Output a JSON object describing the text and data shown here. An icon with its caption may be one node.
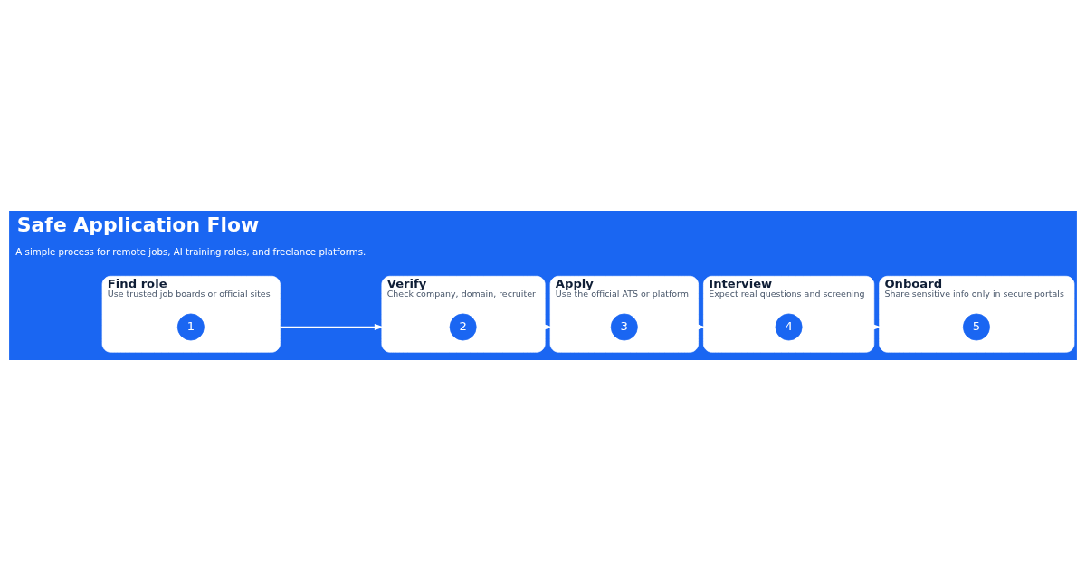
{
  "diagram": {
    "title": "Safe Application Flow",
    "nodes": [
      {
        "text": [
          "Find role",
          "Use trusted job boards or official sites"
        ]
      },
      {
        "text": [
          "1"
        ],
        "in": 0
      },
      {
        "text": [
          "Verify",
          "Check company, domain, recruiter"
        ]
      },
      {
        "text": [
          "2"
        ],
        "in": 2
      },
      {
        "text": [
          "Apply",
          "Use the official ATS or platform"
        ]
      },
      {
        "text": [
          "3"
        ],
        "in": 4
      },
      {
        "text": [
          "Interview",
          "Expect real questions and screening"
        ]
      },
      {
        "text": [
          "4"
        ],
        "in": 6
      },
      {
        "text": [
          "Onboard",
          "Share sensitive info only in secure portals"
        ]
      },
      {
        "text": [
          "5"
        ],
        "in": 8
      }
    ],
    "edges": [
      {
        "from": 0,
        "to": 2,
        "arrow": "to"
      },
      {
        "from": 2,
        "to": 4,
        "arrow": "to"
      },
      {
        "from": 4,
        "to": 6,
        "arrow": "to"
      },
      {
        "from": 6,
        "to": 8,
        "arrow": "to"
      }
    ],
    "labels": [
      "A simple process for remote jobs, AI training roles, and freelance platforms."
    ]
  }
}
